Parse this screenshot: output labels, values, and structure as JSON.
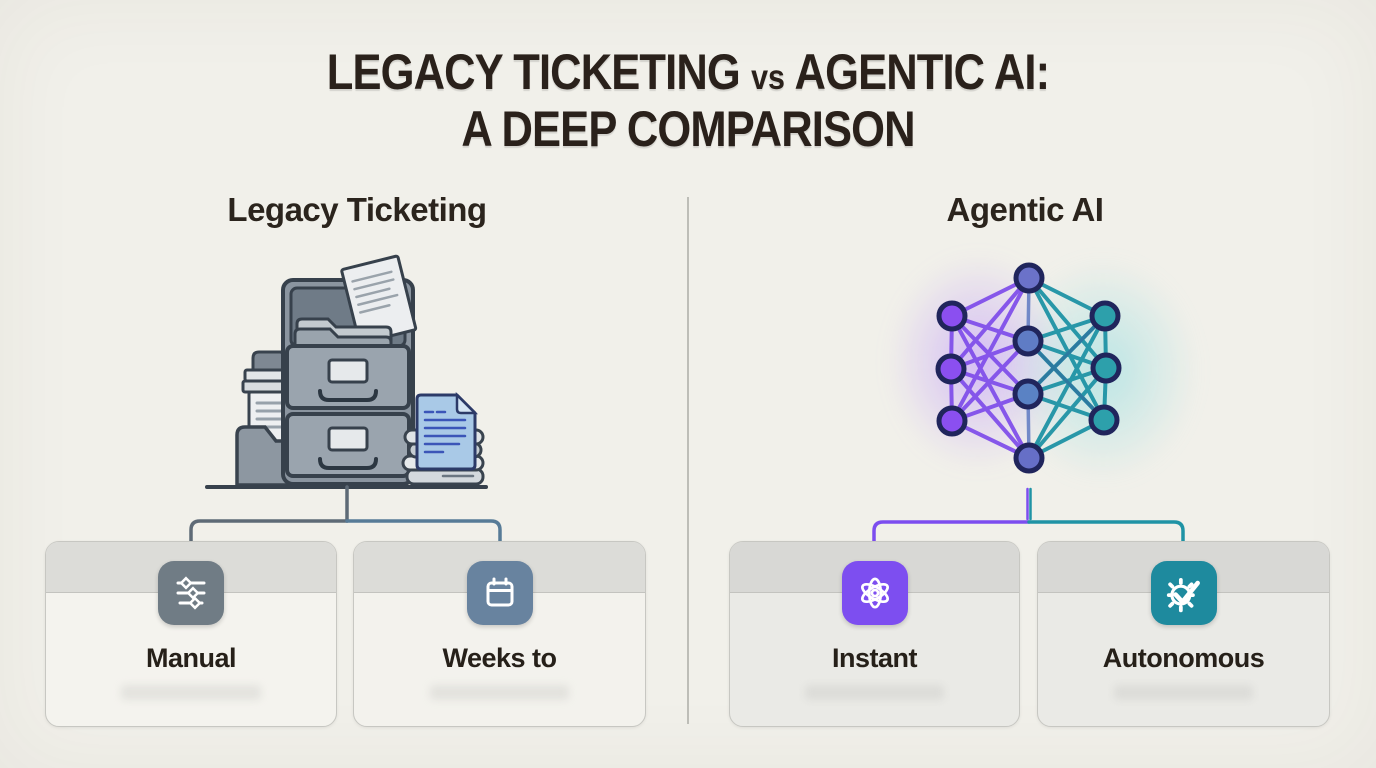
{
  "title": {
    "line1_left": "LEGACY TICKETING",
    "line1_vs": "vs",
    "line1_right": "AGENTIC AI:",
    "line2": "A DEEP COMPARISON"
  },
  "left_column": {
    "heading": "Legacy Ticketing",
    "illustration": "filing-cabinet-with-folders-and-documents",
    "cards": [
      {
        "label": "Manual",
        "icon": "sliders-icon",
        "icon_color": "#707c85"
      },
      {
        "label": "Weeks to",
        "icon": "calendar-icon",
        "icon_color": "#68839f"
      }
    ]
  },
  "right_column": {
    "heading": "Agentic AI",
    "illustration": "neural-network-three-layers",
    "cards": [
      {
        "label": "Instant",
        "icon": "atom-icon",
        "icon_color": "#7d4ef0"
      },
      {
        "label": "Autonomous",
        "icon": "gear-check-icon",
        "icon_color": "#1e8a9e"
      }
    ]
  },
  "colors": {
    "background": "#f1f0ea",
    "title_text": "#2a211b",
    "card_border": "#c7c7c2",
    "card_band": "#dcdcd8",
    "left_connector_gray": "#5e6a76",
    "left_connector_blue": "#577b97",
    "purple_accent": "#7c4def",
    "teal_accent": "#1f93a5",
    "node_outline": "#20255c",
    "node_purple": "#8b4ff0",
    "node_blue": "#5f7cc5",
    "node_teal": "#2da0ab"
  }
}
